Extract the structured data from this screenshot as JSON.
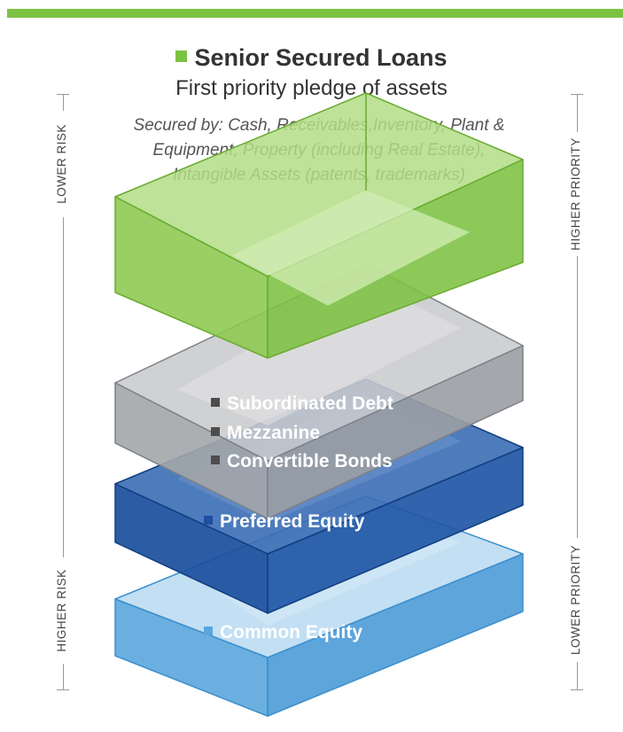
{
  "header": {
    "title": "Senior Secured Loans",
    "subtitle": "First priority pledge of assets",
    "note_line1": "Secured by: Cash, Receivables,Inventory, Plant &",
    "note_line2": "Equipment, Property (including Real Estate),",
    "note_line3": "Intangible Assets (patents, trademarks)"
  },
  "layers": {
    "subordinated": "Subordinated Debt",
    "mezzanine": "Mezzanine",
    "convertible": "Convertible Bonds",
    "preferred": "Preferred Equity",
    "common": "Common Equity"
  },
  "axes": {
    "left_top": "LOWER RISK",
    "left_bottom": "HIGHER RISK",
    "right_top": "HIGHER PRIORITY",
    "right_bottom": "LOWER PRIORITY"
  },
  "colors": {
    "accent_green": "#7cc242",
    "gray_block": "#9a9ea3",
    "dark_blue_block": "#1a4f9c",
    "light_blue_block": "#5aa6dd",
    "bullet_gray": "#4d4d4d",
    "bullet_dark_blue": "#1d4fa0",
    "bullet_light_blue": "#5aa6dd"
  }
}
